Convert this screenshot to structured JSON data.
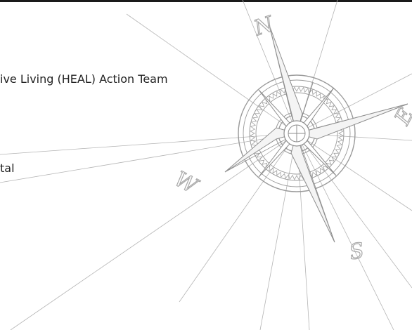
{
  "document": {
    "text_lines": [
      "ive Living (HEAL) Action Team",
      "tal"
    ]
  },
  "compass": {
    "north": "N",
    "east": "E",
    "south": "S",
    "west": "W",
    "line_color": "#a8a8a8"
  }
}
